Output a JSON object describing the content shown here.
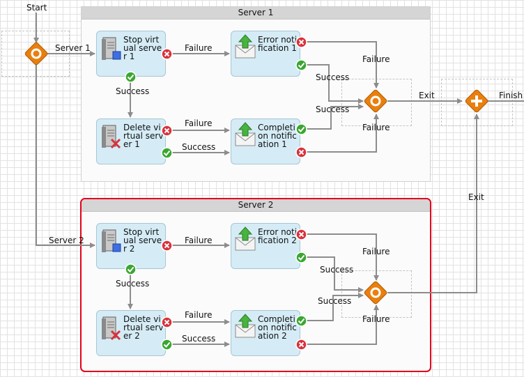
{
  "start_label": "Start",
  "finish_label": "Finish",
  "lanes": {
    "server1": "Server 1",
    "server2": "Server 2"
  },
  "nodes": {
    "stop1": "Stop virtual server 1",
    "err1": "Error notification 1",
    "del1": "Delete virtual server 1",
    "comp1": "Completion notification 1",
    "stop2": "Stop virtual server 2",
    "err2": "Error notification 2",
    "del2": "Delete virtual server 2",
    "comp2": "Completion notification 2"
  },
  "edges": {
    "server1": "Server 1",
    "server2": "Server 2",
    "failure": "Failure",
    "success": "Success",
    "exit": "Exit"
  },
  "icons": {
    "server_stop": "server-stop-icon",
    "server_delete": "server-delete-icon",
    "mail": "mail-send-icon",
    "success": "success-check-icon",
    "failure": "failure-x-icon",
    "branch": "branch-gateway-icon",
    "merge": "merge-gateway-icon",
    "finish": "finish-plus-gateway-icon"
  },
  "colors": {
    "node_fill": "#d5ecf6",
    "gateway": "#e97f0d",
    "selected_border": "#e3001b",
    "success": "#3aa72f",
    "failure": "#d9313a",
    "connector": "#8c8c8c"
  }
}
